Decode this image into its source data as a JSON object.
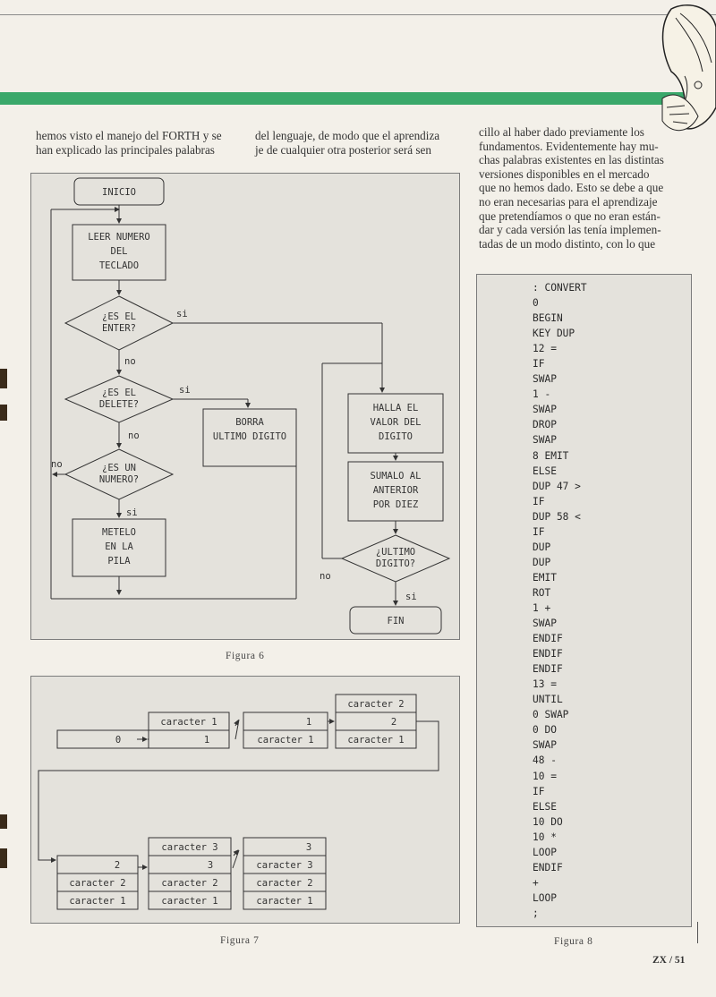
{
  "columns": {
    "col1": [
      "hemos visto el manejo del FORTH y se",
      "han explicado las principales palabras"
    ],
    "col2": [
      "del lenguaje, de modo que el aprendiza",
      "je de cualquier otra posterior será sen"
    ],
    "col3": [
      "cillo al haber dado previamente los",
      "fundamentos. Evidentemente hay mu-",
      "chas palabras existentes en las distintas",
      "versiones disponibles en el mercado",
      "que no hemos dado. Esto se debe a que",
      "no eran necesarias para el aprendizaje",
      "que pretendíamos o que no eran están-",
      "dar y cada versión las tenía implemen-",
      "tadas de un modo distinto, con lo que"
    ]
  },
  "figure6": {
    "caption": "Figura 6",
    "nodes": {
      "inicio": "INICIO",
      "leer": [
        "LEER NUMERO",
        "DEL",
        "TECLADO"
      ],
      "enter": [
        "¿ES EL",
        "ENTER?"
      ],
      "delete": [
        "¿ES EL",
        "DELETE?"
      ],
      "numero": [
        "¿ES UN",
        "NUMERO?"
      ],
      "metelo": [
        "METELO",
        "EN LA",
        "PILA"
      ],
      "borra": [
        "BORRA",
        "ULTIMO DIGITO"
      ],
      "halla": [
        "HALLA EL",
        "VALOR DEL",
        "DIGITO"
      ],
      "sumalo": [
        "SUMALO AL",
        "ANTERIOR",
        "POR DIEZ"
      ],
      "ultimo": [
        "¿ULTIMO",
        "DIGITO?"
      ],
      "fin": "FIN"
    },
    "labels": {
      "si1": "si",
      "no1": "no",
      "si2": "si",
      "no2": "no",
      "no3": "no",
      "si3": "si",
      "no4": "no",
      "si4": "si"
    }
  },
  "figure7": {
    "caption": "Figura 7",
    "stack1": [
      "0"
    ],
    "stack2": [
      "caracter 1",
      "1"
    ],
    "stack3": [
      "1",
      "caracter 1"
    ],
    "stack4": [
      "caracter 2",
      "2",
      "caracter 1"
    ],
    "stack5": [
      "2",
      "caracter 2",
      "caracter 1"
    ],
    "stack6": [
      "caracter 3",
      "3",
      "caracter 2",
      "caracter 1"
    ],
    "stack7": [
      "3",
      "caracter 3",
      "caracter 2",
      "caracter 1"
    ]
  },
  "figure8": {
    "caption": "Figura 8",
    "code": [
      ": CONVERT",
      "0",
      "BEGIN",
      "KEY DUP",
      "12 =",
      "IF",
      "SWAP",
      "1 -",
      "SWAP",
      "DROP",
      "SWAP",
      "8 EMIT",
      "ELSE",
      "DUP 47 >",
      "IF",
      "DUP 58 <",
      "IF",
      "DUP",
      "DUP",
      "EMIT",
      "ROT",
      "1 +",
      "SWAP",
      "ENDIF",
      "ENDIF",
      "ENDIF",
      "13 =",
      "UNTIL",
      "0 SWAP",
      "0 DO",
      "SWAP",
      "48 -",
      "10 =",
      "IF",
      "ELSE",
      "10 DO",
      "10 *",
      "LOOP",
      "ENDIF",
      "+",
      "LOOP",
      ";"
    ]
  },
  "footer": {
    "page": "ZX / 51"
  },
  "colors": {
    "band": "#3aa86a",
    "panel": "#e4e2dc",
    "ink": "#2a2a2a"
  },
  "icons": {
    "corner": "cartoon-hand-icon"
  }
}
